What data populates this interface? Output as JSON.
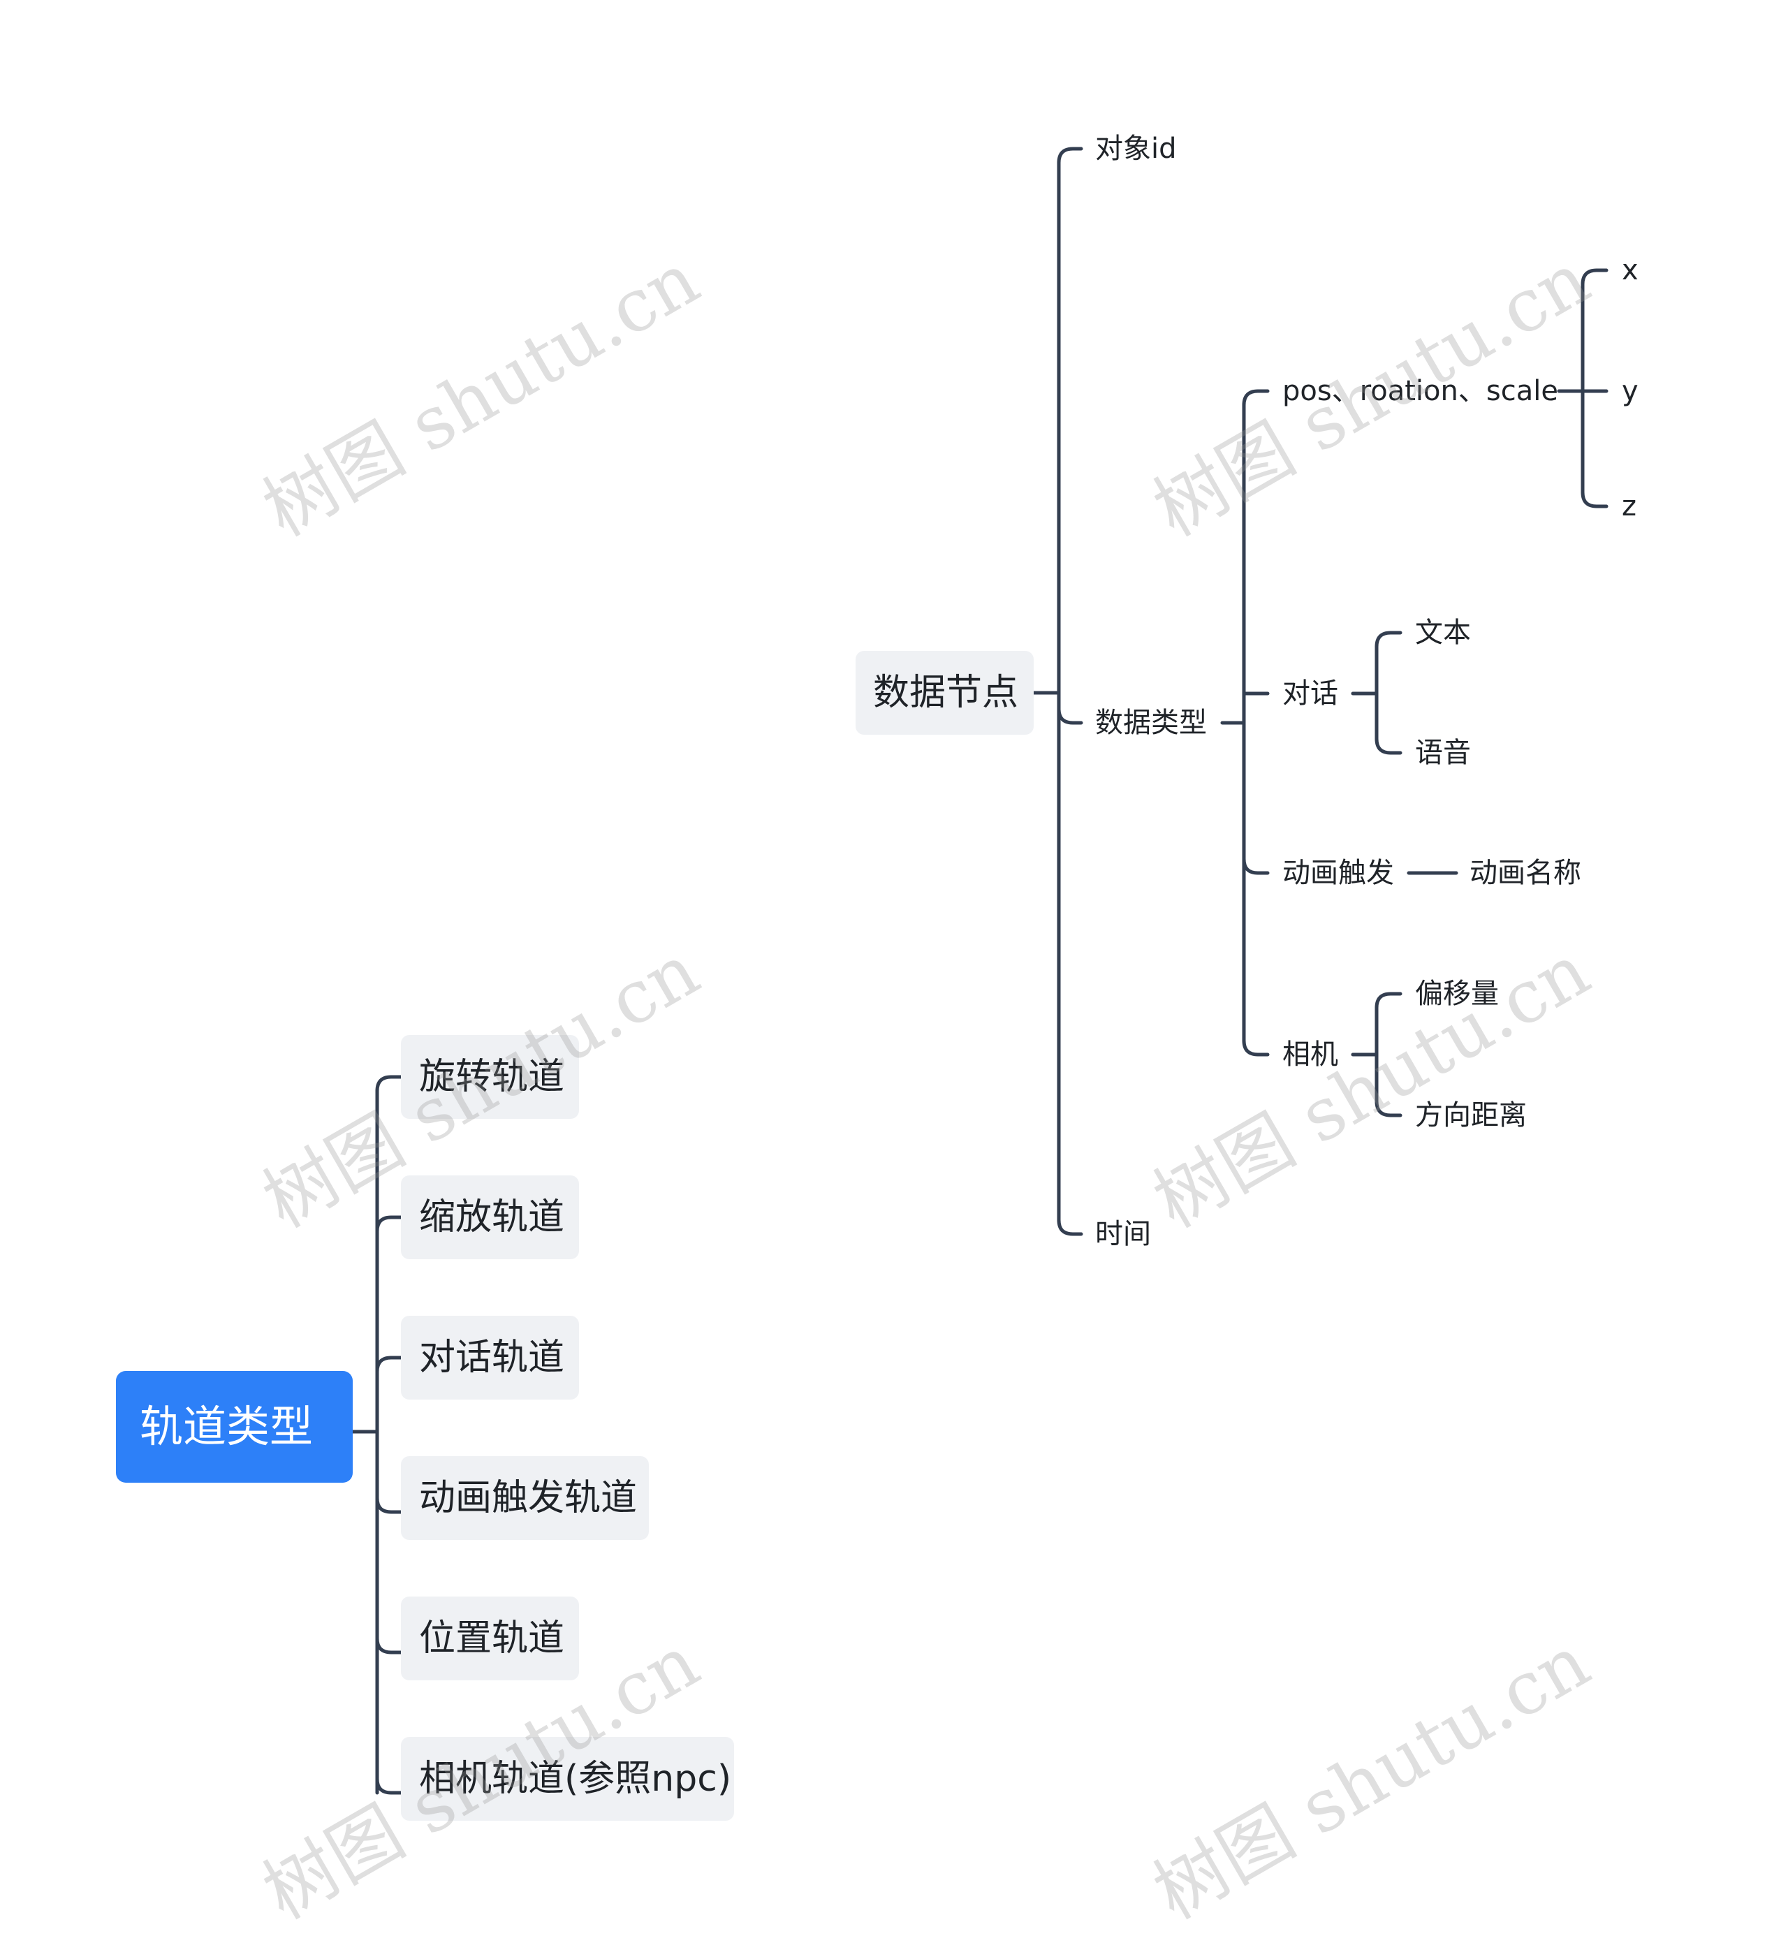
{
  "left_tree": {
    "root": "轨道类型",
    "children": [
      "旋转轨道",
      "缩放轨道",
      "对话轨道",
      "动画触发轨道",
      "位置轨道",
      "相机轨道(参照npc)"
    ]
  },
  "right_tree": {
    "root": "数据节点",
    "object_id": "对象id",
    "data_type": "数据类型",
    "time": "时间",
    "transform": "pos、roation、scale",
    "axes": [
      "x",
      "y",
      "z"
    ],
    "dialog": "对话",
    "dialog_children": [
      "文本",
      "语音"
    ],
    "anim_trigger": "动画触发",
    "anim_name": "动画名称",
    "camera": "相机",
    "camera_children": [
      "偏移量",
      "方向距离"
    ]
  },
  "watermark": "树图 shutu.cn",
  "colors": {
    "root_bg": "#2d80f8",
    "pill_bg": "#eff1f4",
    "line": "#333e50",
    "text": "#1f2328"
  }
}
